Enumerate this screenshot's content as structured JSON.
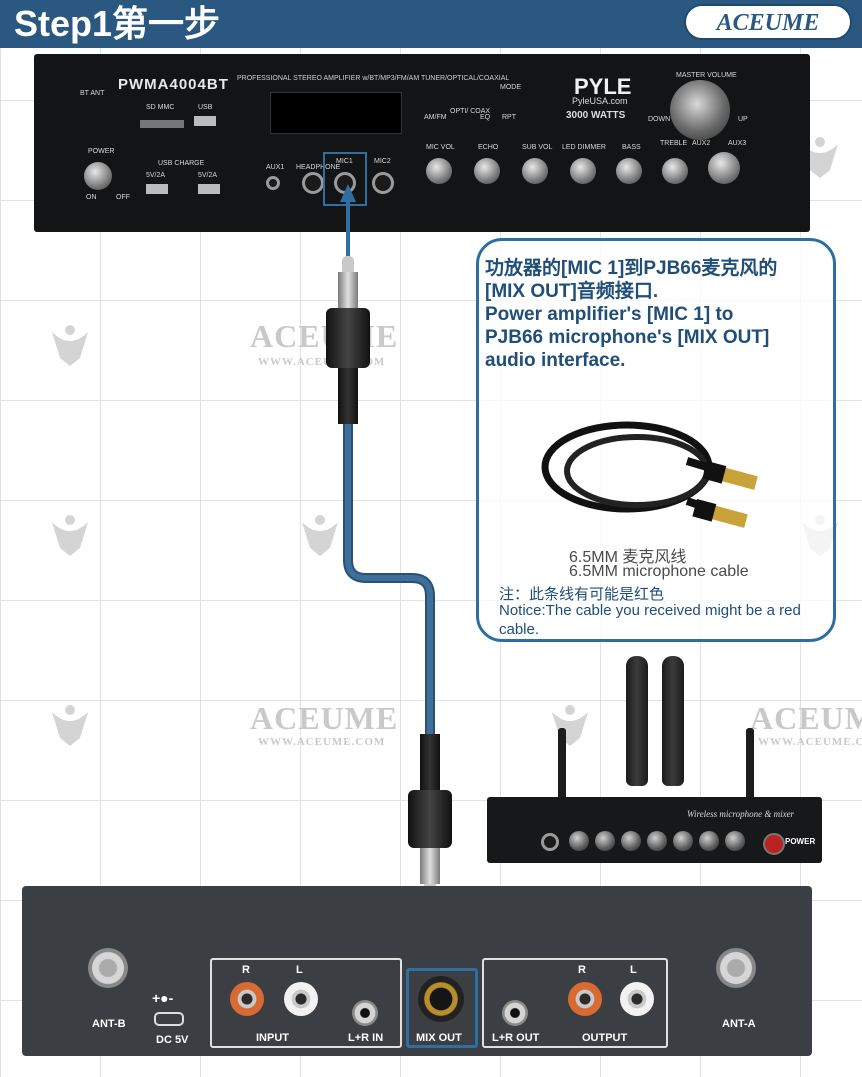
{
  "header": {
    "title": "Step1第一步",
    "brand": "ACEUME"
  },
  "watermark": {
    "brand": "ACEUME",
    "url": "WWW.ACEUME.COM"
  },
  "amplifier": {
    "model": "PWMA4004BT",
    "subtitle": "PROFESSIONAL STEREO AMPLIFIER w/BT/MP3/FM/AM TUNER/OPTICAL/COAXIAL",
    "brand": "PYLE",
    "brand_url": "PyleUSA.com",
    "watts": "3000 WATTS",
    "labels": {
      "bt_ant": "BT ANT",
      "sd_mmc": "SD MMC",
      "usb": "USB",
      "power": "POWER",
      "on": "ON",
      "off": "OFF",
      "usb_charge": "USB CHARGE",
      "usb_5v_1": "5V/2A",
      "usb_5v_2": "5V/2A",
      "aux1": "AUX1",
      "headphone": "HEADPHONE",
      "mic1": "MIC1",
      "mic2": "MIC2",
      "am_fm": "AM/FM",
      "opti_coax": "OPTI/ COAX",
      "eq": "EQ",
      "rpt": "RPT",
      "mode": "MODE",
      "mic_vol": "MIC VOL",
      "echo": "ECHO",
      "sub_vol": "SUB VOL",
      "led_dimmer": "LED DIMMER",
      "bass": "BASS",
      "treble": "TREBLE",
      "aux2": "AUX2",
      "aux3": "AUX3",
      "master_volume": "MASTER VOLUME",
      "down": "DOWN",
      "up": "UP"
    }
  },
  "callout": {
    "line1": "功放器的[MIC 1]到PJB66麦克风的",
    "line2": "[MIX OUT]音频接口.",
    "line3": "Power amplifier's [MIC 1] to",
    "line4": "PJB66 microphone's [MIX OUT]",
    "line5": "audio interface.",
    "cable_cn": "6.5MM 麦克风线",
    "cable_en": "6.5MM microphone cable",
    "notice_cn": "注：此条线有可能是红色",
    "notice_en": "Notice:The cable you received might be a red cable."
  },
  "mixer": {
    "title": "Wireless microphone & mixer",
    "power": "POWER"
  },
  "receiver": {
    "ant_b": "ANT-B",
    "ant_a": "ANT-A",
    "dc": "DC 5V",
    "input": "INPUT",
    "output": "OUTPUT",
    "lr_in": "L+R IN",
    "lr_out": "L+R OUT",
    "mix_out": "MIX OUT",
    "r1": "R",
    "l1": "L",
    "r2": "R",
    "l2": "L"
  },
  "colors": {
    "header": "#2b5880",
    "accent": "#2e6ea0",
    "callout_text": "#1f4e79"
  }
}
